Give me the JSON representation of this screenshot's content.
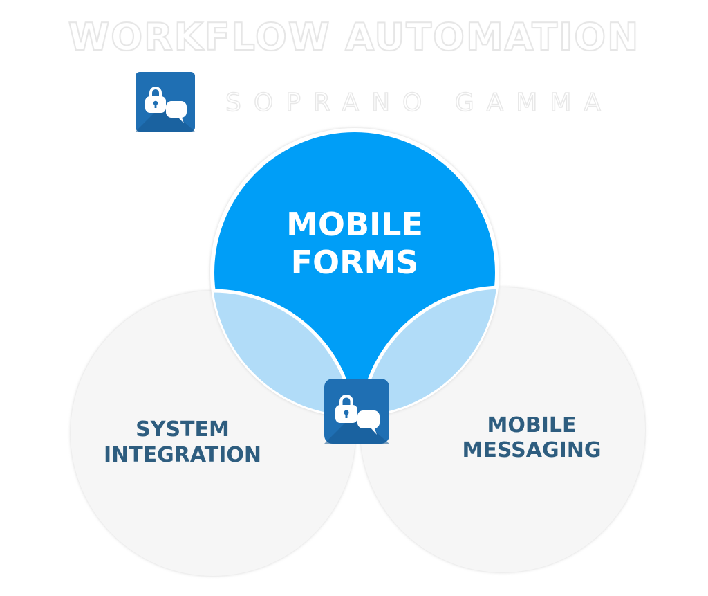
{
  "title": "WORKFLOW AUTOMATION",
  "brand": {
    "name": "SOPRANO GAMMA",
    "logo_icon": "lock-chat-icon"
  },
  "diagram": {
    "type": "venn",
    "circles": [
      {
        "id": "forms",
        "label_lines": [
          "MOBILE",
          "FORMS"
        ]
      },
      {
        "id": "integration",
        "label_lines": [
          "SYSTEM",
          "INTEGRATION"
        ]
      },
      {
        "id": "messaging",
        "label_lines": [
          "MOBILE",
          "MESSAGING"
        ]
      }
    ],
    "center_icon": "lock-chat-icon"
  },
  "colors": {
    "primary_blue": "#009ef7",
    "overlap_blue": "#b1dcf8",
    "gray_circle": "#f6f6f6",
    "label_dark": "#2e5d7f",
    "logo_bg": "#1f6fb3",
    "logo_dark": "#15578f"
  }
}
